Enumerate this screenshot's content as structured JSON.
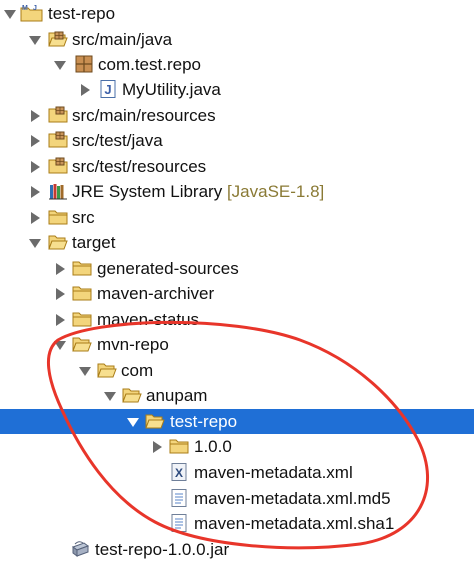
{
  "tree": {
    "project": {
      "label": "test-repo"
    },
    "src_main_java": {
      "label": "src/main/java"
    },
    "package": {
      "label": "com.test.repo"
    },
    "java_file": {
      "label": "MyUtility.java"
    },
    "src_main_resources": {
      "label": "src/main/resources"
    },
    "src_test_java": {
      "label": "src/test/java"
    },
    "src_test_resources": {
      "label": "src/test/resources"
    },
    "jre": {
      "label": "JRE System Library",
      "suffix": "[JavaSE-1.8]"
    },
    "src": {
      "label": "src"
    },
    "target": {
      "label": "target"
    },
    "generated_sources": {
      "label": "generated-sources"
    },
    "maven_archiver": {
      "label": "maven-archiver"
    },
    "maven_status": {
      "label": "maven-status"
    },
    "mvn_repo": {
      "label": "mvn-repo"
    },
    "com": {
      "label": "com"
    },
    "anupam": {
      "label": "anupam"
    },
    "test_repo_folder": {
      "label": "test-repo"
    },
    "version_folder": {
      "label": "1.0.0"
    },
    "metadata_xml": {
      "label": "maven-metadata.xml"
    },
    "metadata_md5": {
      "label": "maven-metadata.xml.md5"
    },
    "metadata_sha1": {
      "label": "maven-metadata.xml.sha1"
    },
    "jar": {
      "label": "test-repo-1.0.0.jar"
    }
  },
  "colors": {
    "selection": "#1f6fd6",
    "annotation": "#e8352a",
    "folder": "#e2b448",
    "suffix": "#8a7a35"
  },
  "icons": {
    "project": "maven-project-icon",
    "source_folder": "package-folder-icon",
    "package": "package-icon",
    "java_file": "java-file-icon",
    "library": "library-icon",
    "folder": "folder-icon",
    "xml_file": "xml-file-icon",
    "text_file": "text-file-icon",
    "jar": "jar-icon"
  }
}
